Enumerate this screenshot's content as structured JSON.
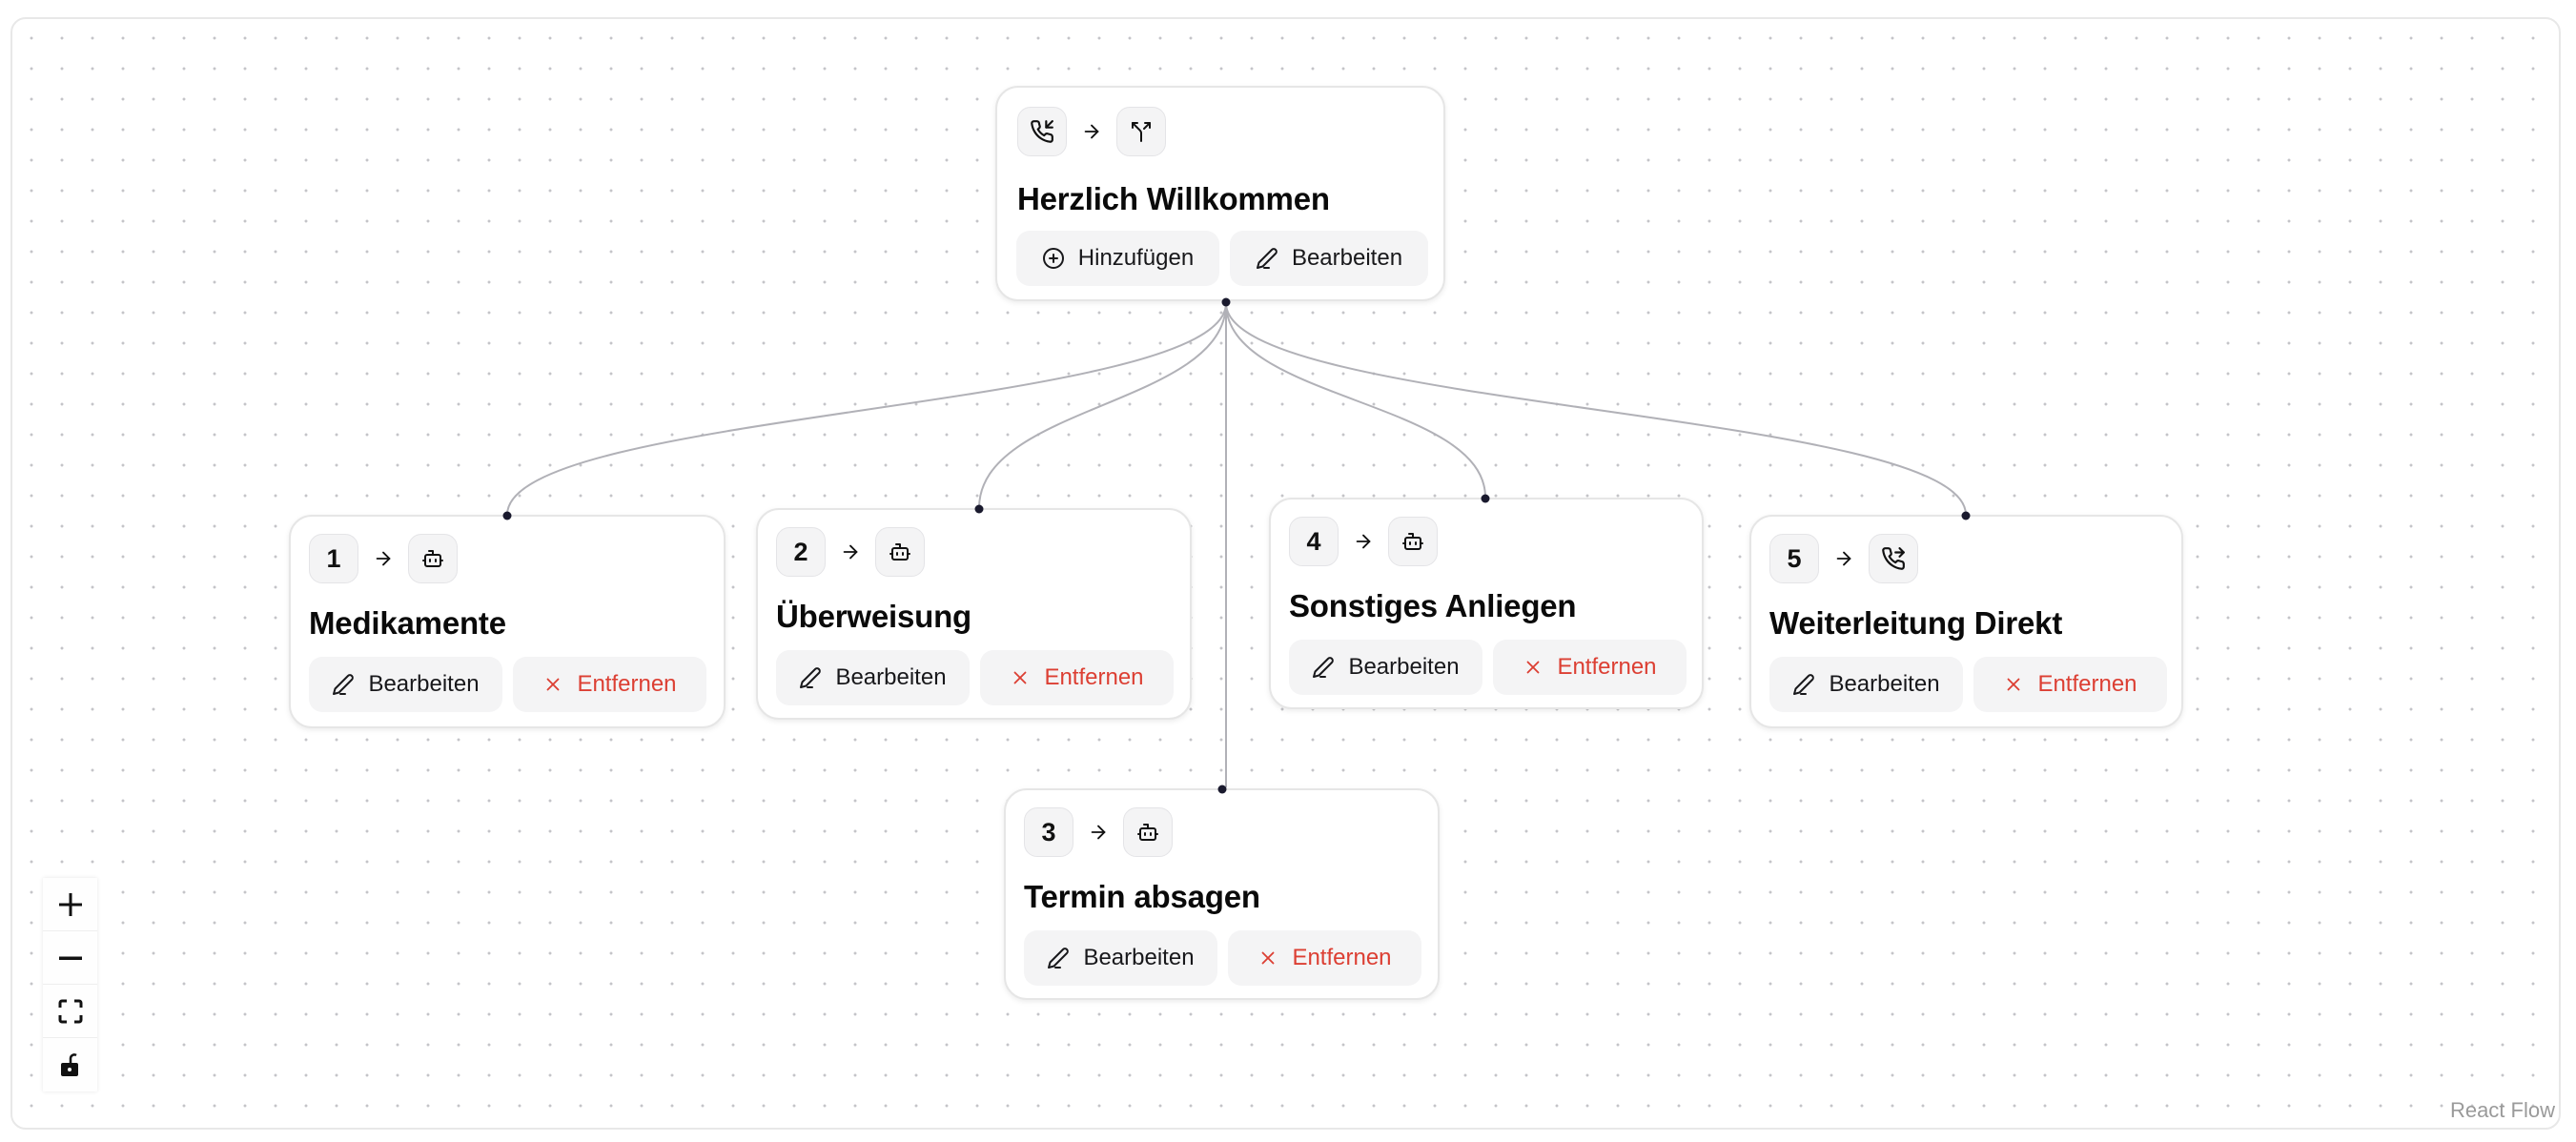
{
  "canvas": {
    "attribution": "React Flow",
    "edge_color": "#b1b1b7",
    "handle_color": "#1a1a2e",
    "danger_color": "#dc3f33"
  },
  "controls": [
    {
      "name": "zoom-in",
      "icon": "plus-icon"
    },
    {
      "name": "zoom-out",
      "icon": "minus-icon"
    },
    {
      "name": "fit-view",
      "icon": "fit-view-icon"
    },
    {
      "name": "toggle-interactivity",
      "icon": "unlock-icon"
    }
  ],
  "root": {
    "source_icon": "phone-incoming-icon",
    "target_icon": "split-icon",
    "title": "Herzlich Willkommen",
    "add_label": "Hinzufügen",
    "edit_label": "Bearbeiten"
  },
  "nodes": [
    {
      "key": "1",
      "target_icon": "bot-icon",
      "title": "Medikamente",
      "edit_label": "Bearbeiten",
      "remove_label": "Entfernen"
    },
    {
      "key": "2",
      "target_icon": "bot-icon",
      "title": "Überweisung",
      "edit_label": "Bearbeiten",
      "remove_label": "Entfernen"
    },
    {
      "key": "3",
      "target_icon": "bot-icon",
      "title": "Termin absagen",
      "edit_label": "Bearbeiten",
      "remove_label": "Entfernen"
    },
    {
      "key": "4",
      "target_icon": "bot-icon",
      "title": "Sonstiges Anliegen",
      "edit_label": "Bearbeiten",
      "remove_label": "Entfernen"
    },
    {
      "key": "5",
      "target_icon": "phone-forwarded-icon",
      "title": "Weiterleitung Direkt",
      "edit_label": "Bearbeiten",
      "remove_label": "Entfernen"
    }
  ]
}
